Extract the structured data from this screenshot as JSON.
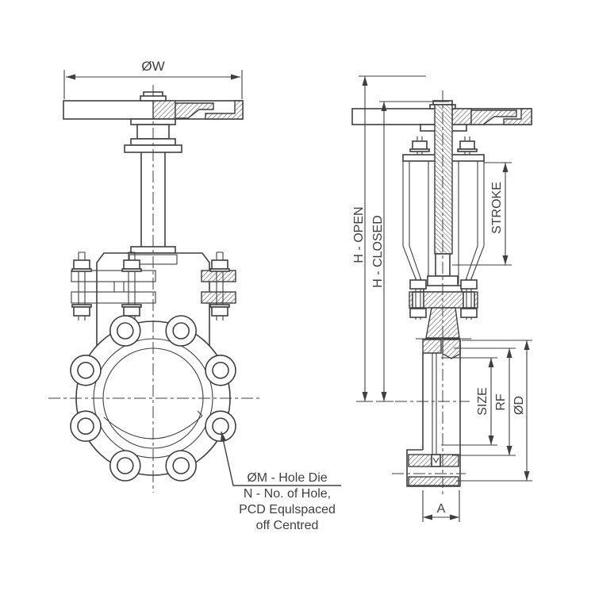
{
  "drawing": {
    "background": "#ffffff",
    "line_color": "#3f3f3f",
    "front_view": {
      "dim_wheel_diameter": "ØW",
      "note_line1": "ØM - Hole Die",
      "note_line2": "N - No. of Hole,",
      "note_line3": "PCD Equlspaced",
      "note_line4": "off Centred"
    },
    "side_view": {
      "dim_height_open": "H - OPEN",
      "dim_height_closed": "H - CLOSED",
      "dim_stroke": "STROKE",
      "dim_size": "SIZE",
      "dim_raised_face": "RF",
      "dim_outer_diameter": "ØD",
      "dim_face_to_face": "A"
    }
  }
}
